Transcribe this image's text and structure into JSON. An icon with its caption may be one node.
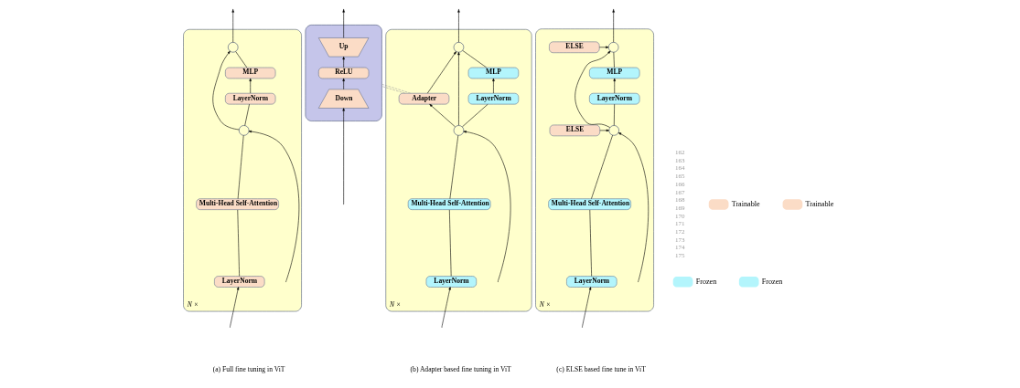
{
  "diagram": {
    "nodes": [
      {
        "text": [
          "N ×"
        ]
      },
      {
        "text": [],
        "shape": "circle",
        "in": 0
      },
      {
        "text": [
          "MLP"
        ],
        "in": 0
      },
      {
        "text": [
          "LayerNorm"
        ],
        "in": 0
      },
      {
        "text": [],
        "shape": "circle",
        "in": 0
      },
      {
        "text": [
          "Multi-Head Self-Attention"
        ],
        "in": 0
      },
      {
        "text": [
          "LayerNorm"
        ],
        "in": 0
      },
      {
        "text": [
          "N ×"
        ]
      },
      {
        "text": [],
        "shape": "circle",
        "in": 7
      },
      {
        "text": [
          "MLP"
        ],
        "in": 7
      },
      {
        "text": [
          "Adapter"
        ],
        "in": 7
      },
      {
        "text": [
          "LayerNorm"
        ],
        "in": 7
      },
      {
        "text": [],
        "shape": "circle",
        "in": 7
      },
      {
        "text": [
          "Multi-Head Self-Attention"
        ],
        "in": 7
      },
      {
        "text": [
          "LayerNorm"
        ],
        "in": 7
      },
      {
        "text": [],
        "shape": "box"
      },
      {
        "text": [
          "Up"
        ],
        "in": 15
      },
      {
        "text": [
          "ReLU"
        ],
        "in": 15
      },
      {
        "text": [
          "Down"
        ],
        "in": 15
      },
      {
        "text": [
          "N ×"
        ]
      },
      {
        "text": [
          "ELSE"
        ],
        "in": 19
      },
      {
        "text": [],
        "shape": "circle",
        "in": 19
      },
      {
        "text": [
          "MLP"
        ],
        "in": 19
      },
      {
        "text": [
          "LayerNorm"
        ],
        "in": 19
      },
      {
        "text": [
          "ELSE"
        ],
        "in": 19
      },
      {
        "text": [],
        "shape": "circle",
        "in": 19
      },
      {
        "text": [
          "Multi-Head Self-Attention"
        ],
        "in": 19
      },
      {
        "text": [
          "LayerNorm"
        ],
        "in": 19
      }
    ],
    "edges": [
      {
        "from": null,
        "to": 6,
        "arrow": "to"
      },
      {
        "from": null,
        "to": 4,
        "arrow": "to"
      },
      {
        "from": 6,
        "to": 5,
        "arrow": "none"
      },
      {
        "from": 5,
        "to": 4,
        "arrow": "none"
      },
      {
        "from": 4,
        "to": 3,
        "arrow": "none"
      },
      {
        "from": 3,
        "to": 2,
        "arrow": "to"
      },
      {
        "from": 2,
        "to": 1,
        "arrow": "none"
      },
      {
        "from": 4,
        "to": 1,
        "arrow": "to"
      },
      {
        "from": 1,
        "to": null,
        "arrow": "to"
      },
      {
        "from": null,
        "to": 14,
        "arrow": "to"
      },
      {
        "from": null,
        "to": 12,
        "arrow": "to"
      },
      {
        "from": 14,
        "to": 13,
        "arrow": "none"
      },
      {
        "from": 13,
        "to": 12,
        "arrow": "none"
      },
      {
        "from": 12,
        "to": 11,
        "arrow": "none"
      },
      {
        "from": 11,
        "to": 9,
        "arrow": "to"
      },
      {
        "from": 9,
        "to": 8,
        "arrow": "none"
      },
      {
        "from": 12,
        "to": 8,
        "arrow": "to"
      },
      {
        "from": 12,
        "to": 10,
        "arrow": "to"
      },
      {
        "from": 10,
        "to": 8,
        "arrow": "to"
      },
      {
        "from": 8,
        "to": null,
        "arrow": "to"
      },
      {
        "from": 10,
        "to": 15,
        "arrow": "none",
        "style": "dashed",
        "color": "#a0a0a0"
      },
      {
        "from": 10,
        "to": 15,
        "arrow": "none",
        "style": "dashed",
        "color": "#a0a0a0"
      },
      {
        "from": null,
        "to": 18,
        "arrow": "to"
      },
      {
        "from": 18,
        "to": 17,
        "arrow": "to"
      },
      {
        "from": 17,
        "to": 16,
        "arrow": "to"
      },
      {
        "from": 16,
        "to": null,
        "arrow": "to"
      },
      {
        "from": null,
        "to": 27,
        "arrow": "to"
      },
      {
        "from": null,
        "to": 25,
        "arrow": "to"
      },
      {
        "from": 27,
        "to": 26,
        "arrow": "none"
      },
      {
        "from": 26,
        "to": 25,
        "arrow": "none"
      },
      {
        "from": 24,
        "to": 25,
        "arrow": "to"
      },
      {
        "from": 25,
        "to": 23,
        "arrow": "none"
      },
      {
        "from": 23,
        "to": 22,
        "arrow": "to"
      },
      {
        "from": 22,
        "to": 21,
        "arrow": "none"
      },
      {
        "from": 25,
        "to": 21,
        "arrow": "to"
      },
      {
        "from": 20,
        "to": 21,
        "arrow": "to"
      },
      {
        "from": 21,
        "to": null,
        "arrow": "to"
      }
    ],
    "labels": [
      "162",
      "163",
      "164",
      "165",
      "166",
      "167",
      "168",
      "169",
      "170",
      "171",
      "172",
      "173",
      "174",
      "175",
      "(a) Full fine tuning in ViT",
      "(b) Adapter based fine tuning in ViT",
      "(c) ELSE based fine tune in ViT"
    ],
    "legend": [
      {
        "text": "Trainable",
        "color": "#fbdcc6"
      },
      {
        "text": "Frozen",
        "color": "#b3f5fc"
      },
      {
        "text": "Trainable",
        "color": "#fbdcc6"
      },
      {
        "text": "Frozen",
        "color": "#b3f5fc"
      }
    ]
  }
}
